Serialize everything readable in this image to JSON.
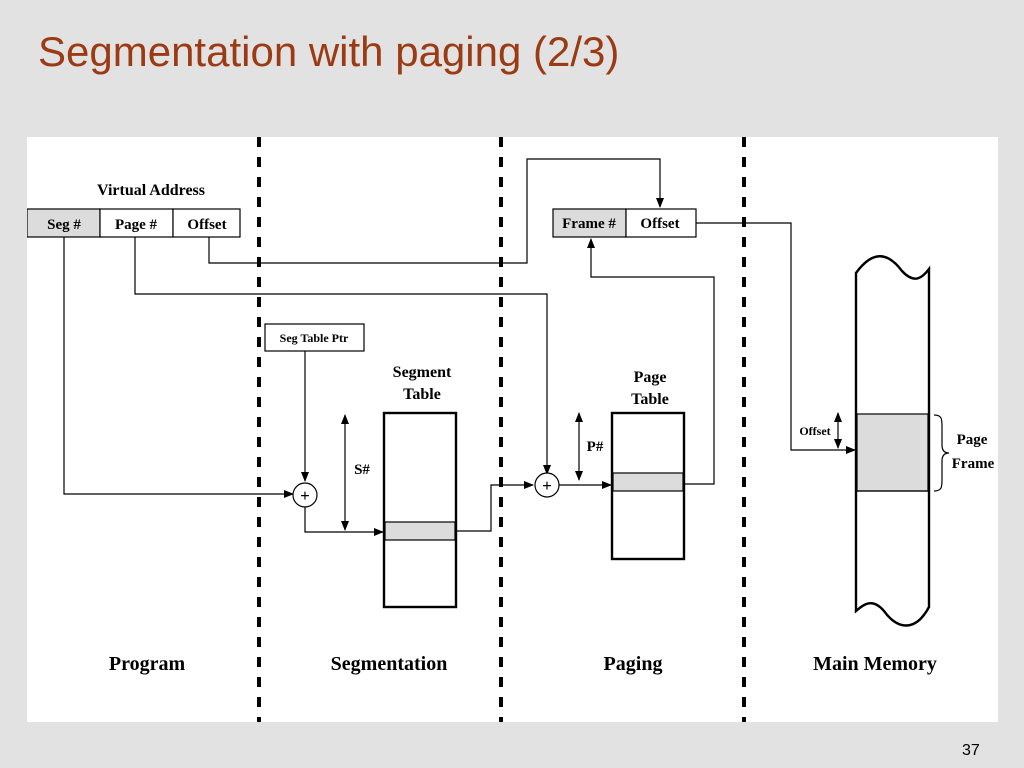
{
  "slide": {
    "title": "Segmentation with paging (2/3)",
    "page_number": "37"
  },
  "colors": {
    "title": "#9b3a13",
    "background": "#e2e2e2",
    "shaded": "#dcdcdc"
  },
  "diagram": {
    "virtual_address": {
      "heading": "Virtual Address",
      "seg": "Seg #",
      "page": "Page #",
      "offset": "Offset"
    },
    "physical_address": {
      "frame": "Frame #",
      "offset": "Offset"
    },
    "seg_table_ptr": "Seg Table Ptr",
    "segment_table": {
      "line1": "Segment",
      "line2": "Table"
    },
    "page_table": {
      "line1": "Page",
      "line2": "Table"
    },
    "s_hash": "S#",
    "p_hash": "P#",
    "adder_symbol": "+",
    "memory_offset": "Offset",
    "page_frame": {
      "line1": "Page",
      "line2": "Frame"
    },
    "sections": {
      "program": "Program",
      "segmentation": "Segmentation",
      "paging": "Paging",
      "main_memory": "Main Memory"
    }
  }
}
